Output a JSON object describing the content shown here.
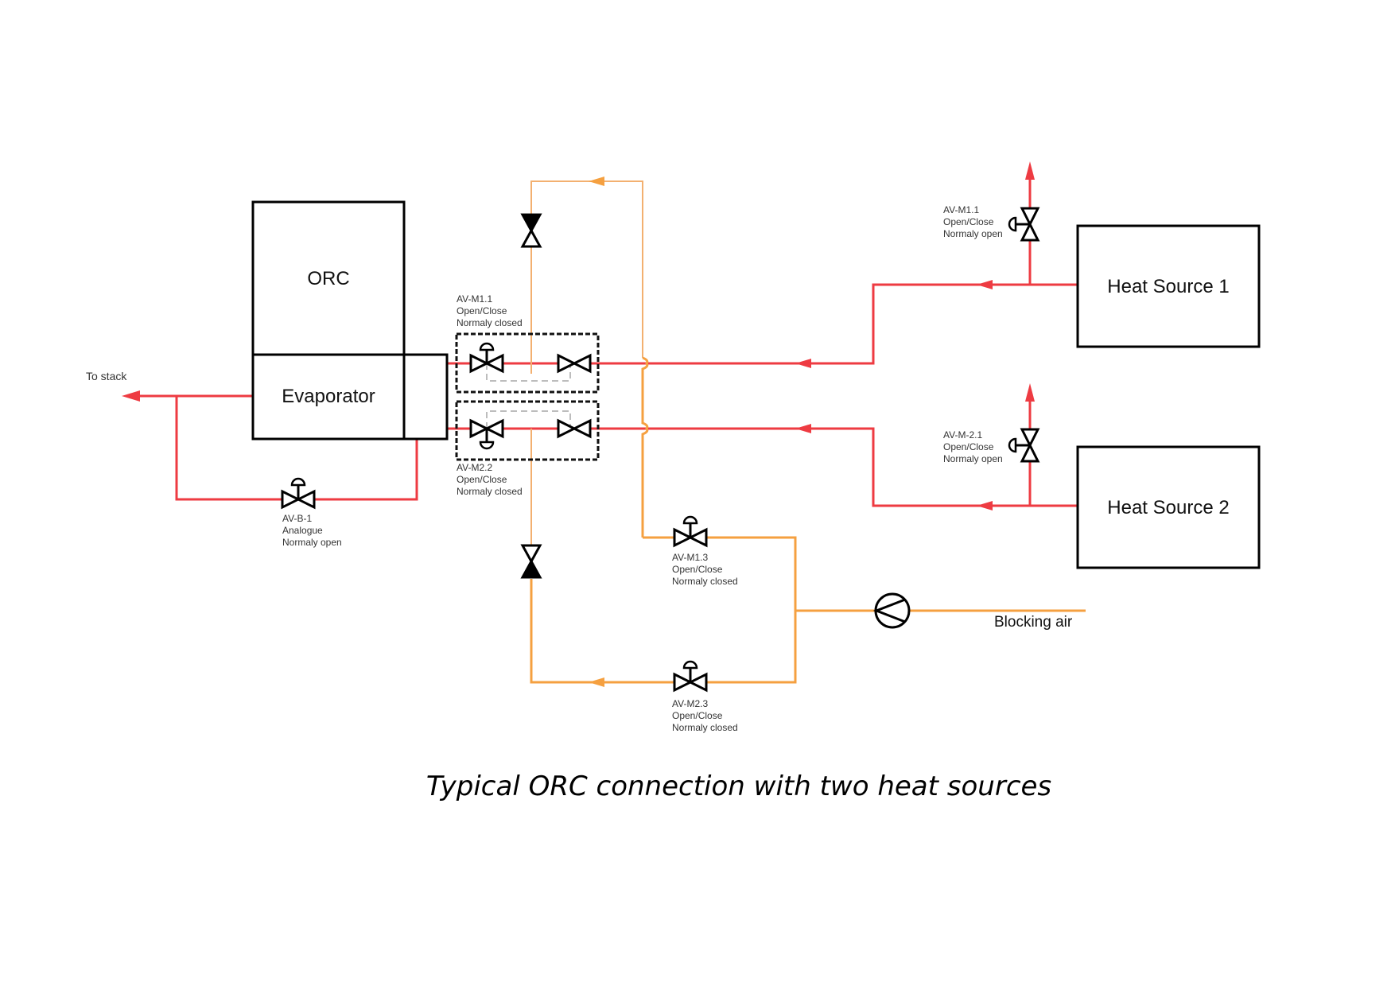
{
  "caption": "Typical ORC connection with two heat sources",
  "colors": {
    "hot_gas": "#ee3b42",
    "blocking_air": "#f5a040",
    "equipment": "#000000"
  },
  "equipment": {
    "orc": "ORC",
    "evaporator": "Evaporator",
    "heat_source_1": "Heat Source 1",
    "heat_source_2": "Heat Source 2"
  },
  "labels": {
    "to_stack": "To stack",
    "blocking_air": "Blocking air"
  },
  "valves": {
    "av_b1": {
      "tag": "AV-B-1",
      "type": "Analogue",
      "state": "Normaly open"
    },
    "av_m11_inlet": {
      "tag": "AV-M1.1",
      "type": "Open/Close",
      "state": "Normaly closed"
    },
    "av_m22": {
      "tag": "AV-M2.2",
      "type": "Open/Close",
      "state": "Normaly closed"
    },
    "av_m13": {
      "tag": "AV-M1.3",
      "type": "Open/Close",
      "state": "Normaly closed"
    },
    "av_m23": {
      "tag": "AV-M2.3",
      "type": "Open/Close",
      "state": "Normaly closed"
    },
    "av_m11_bypass": {
      "tag": "AV-M1.1",
      "type": "Open/Close",
      "state": "Normaly open"
    },
    "av_m21_bypass": {
      "tag": "AV-M-2.1",
      "type": "Open/Close",
      "state": "Normaly open"
    }
  }
}
